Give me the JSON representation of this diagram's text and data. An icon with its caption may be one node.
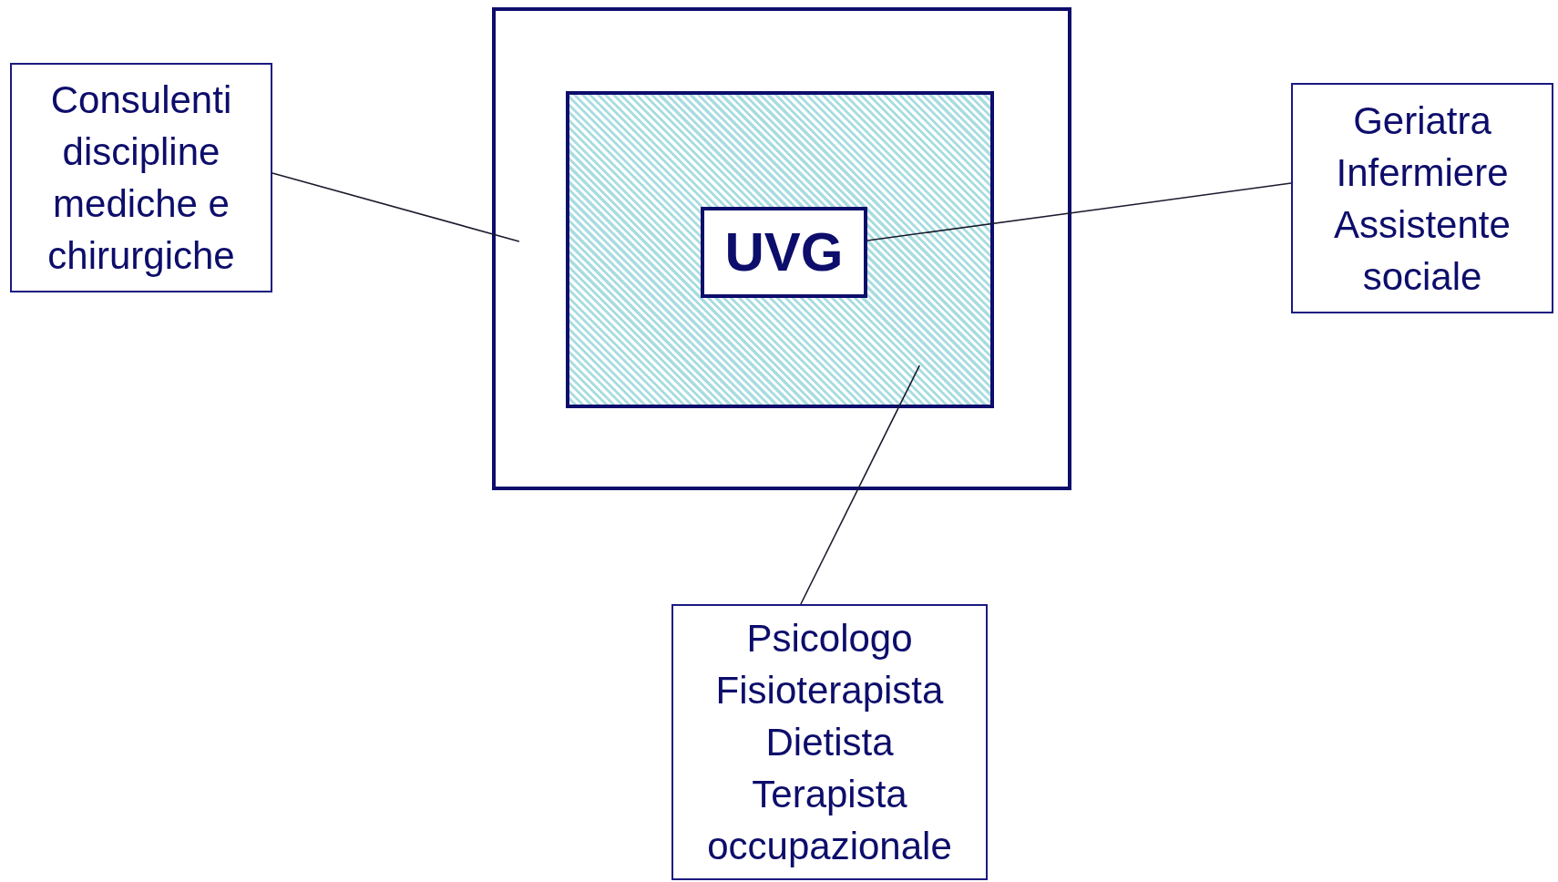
{
  "diagram": {
    "nodes": [
      {
        "text": [
          "Consulenti discipline mediche e chirurgiche"
        ]
      },
      {
        "text": [],
        "shape": "box"
      },
      {
        "text": [],
        "shape": "box",
        "in": 1
      },
      {
        "text": [
          "UVG"
        ],
        "in": 2
      },
      {
        "text": [
          "Geriatra Infermiere Assistente sociale"
        ]
      },
      {
        "text": [
          "Psicologo Fisioterapista Dietista Terapista occupazionale"
        ]
      }
    ],
    "edges": [
      {
        "from": 0,
        "to": 1,
        "arrow": "none"
      },
      {
        "from": 4,
        "to": 3,
        "arrow": "none"
      },
      {
        "from": 5,
        "to": 2,
        "arrow": "none"
      }
    ]
  }
}
